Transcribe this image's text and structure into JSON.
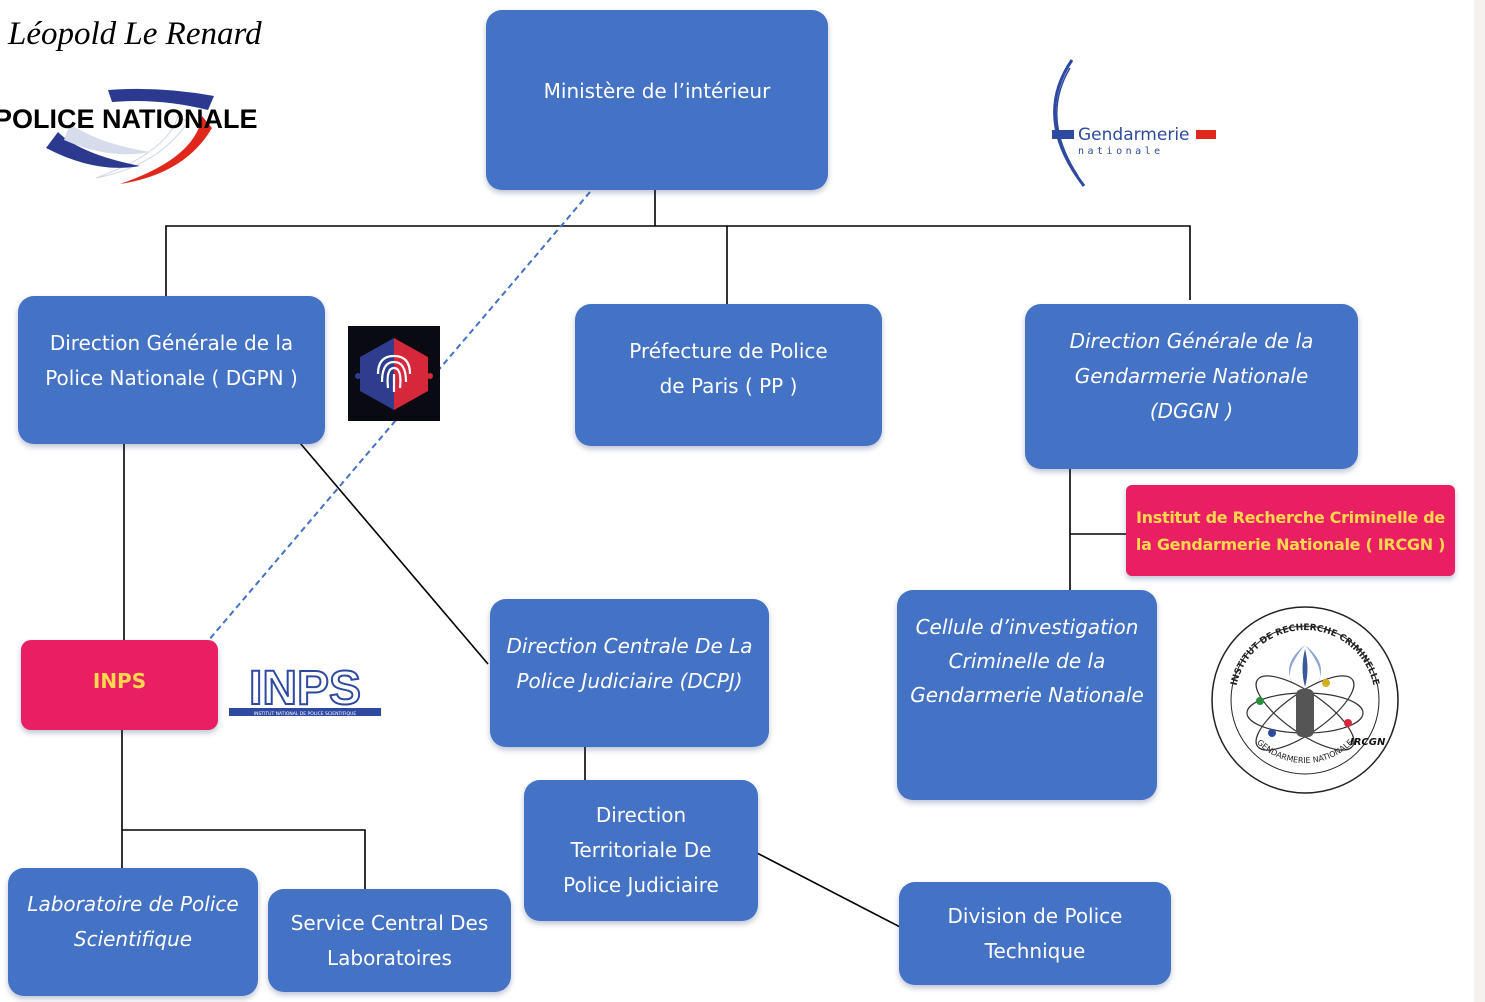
{
  "author": "Léopold Le Renard",
  "logos": {
    "police_nationale": "POLICE NATIONALE",
    "gendarmerie_title": "Gendarmerie",
    "gendarmerie_subtitle": "nationale",
    "inps": "INPS",
    "inps_caption": "INSTITUT NATIONAL DE POLICE SCIENTIFIQUE",
    "ircgn_ring": "INSTITUT DE RECHERCHE CRIMINELLE",
    "ircgn_ring_bottom": "GENDARMERIE NATIONALE",
    "ircgn_label": "IRCGN"
  },
  "nodes": {
    "ministere": "Ministère de l’intérieur",
    "dgpn": "Direction Générale de la Police Nationale ( DGPN )",
    "pp": "Préfecture de Police de Paris  (  PP )",
    "dggn": "Direction Générale de la Gendarmerie Nationale (DGGN )",
    "ircgn": "Institut de Recherche Criminelle de la Gendarmerie Nationale ( IRCGN )",
    "inps": "INPS",
    "dcpj": "Direction Centrale De La Police Judiciaire (DCPJ)",
    "cellule": "Cellule d’investigation\nCriminelle de la Gendarmerie Nationale",
    "dtpj": "Direction Territoriale De Police Judiciaire",
    "labo": "Laboratoire de Police Scientifique",
    "scl": "Service Central Des Laboratoires",
    "dpt": "Division de Police Technique"
  },
  "colors": {
    "box_blue": "#4472c4",
    "box_pink": "#e91e63",
    "pink_text": "#ffd84d",
    "connector": "#000000",
    "dashed_link": "#4472c4"
  }
}
